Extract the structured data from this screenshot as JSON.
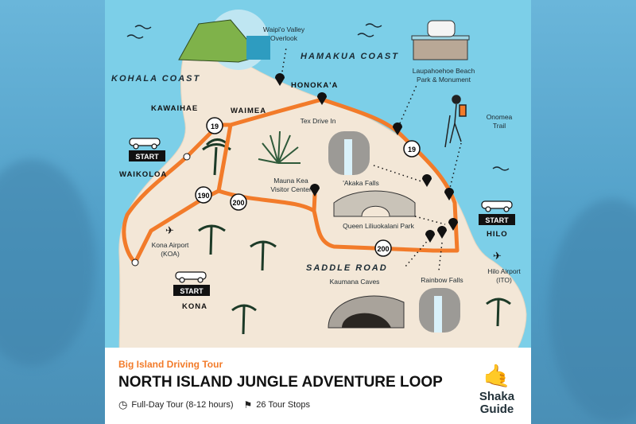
{
  "map": {
    "regions": [
      "KOHALA COAST",
      "HAMAKUA COAST",
      "SADDLE ROAD"
    ],
    "towns": [
      "KAWAIHAE",
      "WAIMEA",
      "HONOKA'A",
      "WAIKOLOA",
      "KONA",
      "HILO"
    ],
    "start_label": "START",
    "highways": [
      "19",
      "19",
      "190",
      "200",
      "200"
    ],
    "stops": {
      "waipio": [
        "Waipi'o Valley",
        "Overlook"
      ],
      "tex": "Tex Drive In",
      "laupahoehoe": [
        "Laupahoehoe Beach",
        "Park & Monument"
      ],
      "onomea": [
        "Onomea",
        "Trail"
      ],
      "akaka": "'Akaka Falls",
      "maunakea": [
        "Mauna Kea",
        "Visitor Center"
      ],
      "queen": "Queen Liliuokalani Park",
      "kaumana": "Kaumana Caves",
      "rainbow": "Rainbow Falls",
      "kona_airport": [
        "Kona Airport",
        "(KOA)"
      ],
      "hilo_airport": [
        "Hilo Airport",
        "(ITO)"
      ]
    },
    "colors": {
      "sea": "#7ccfe8",
      "land": "#f3e7d7",
      "route": "#f27b2a",
      "ink": "#111111"
    }
  },
  "panel": {
    "subtitle": "Big Island Driving Tour",
    "title": "NORTH ISLAND JUNGLE ADVENTURE LOOP",
    "duration": "Full-Day Tour (8-12 hours)",
    "stops": "26 Tour Stops",
    "duration_icon": "clock-icon",
    "stops_icon": "flag-icon",
    "logo": [
      "Shaka",
      "Guide"
    ]
  }
}
